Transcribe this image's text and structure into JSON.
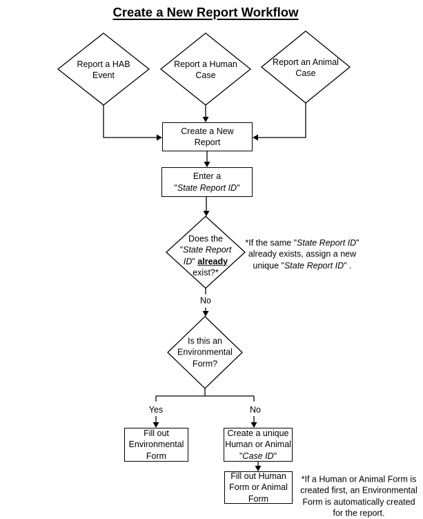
{
  "title": "Create a New Report Workflow",
  "colors": {
    "ink": "#000000",
    "background": "#ffffff"
  },
  "nodes": {
    "report_hab": {
      "text": "Report a HAB\nEvent"
    },
    "report_human": {
      "text": "Report a Human\nCase"
    },
    "report_animal": {
      "text": "Report an Animal\nCase"
    },
    "create_report": {
      "text": "Create a New\nReport"
    },
    "enter_id": {
      "runs": [
        {
          "t": "Enter a\n\""
        },
        {
          "t": "State Report ID",
          "i": true
        },
        {
          "t": "\""
        }
      ]
    },
    "id_exists": {
      "runs": [
        {
          "t": "Does the\n\""
        },
        {
          "t": "State Report\nID",
          "i": true
        },
        {
          "t": "\" "
        },
        {
          "t": "already",
          "b": true,
          "u": true
        },
        {
          "t": "\nexist?*"
        }
      ]
    },
    "env_form": {
      "text": "Is this an\nEnvironmental\nForm?"
    },
    "fill_env": {
      "text": "Fill out\nEnvironmental\nForm"
    },
    "create_case_id": {
      "runs": [
        {
          "t": "Create a unique\nHuman or Animal\n\""
        },
        {
          "t": "Case ID",
          "i": true
        },
        {
          "t": "\""
        }
      ]
    },
    "fill_human_animal": {
      "text": "Fill out Human\nForm or Animal\nForm"
    }
  },
  "labels": {
    "exists_no": "No",
    "env_yes": "Yes",
    "env_no": "No"
  },
  "notes": {
    "id_exists": {
      "runs": [
        {
          "t": "*If the same \""
        },
        {
          "t": "State Report ID",
          "i": true
        },
        {
          "t": "\"\nalready exists, assign a new\nunique \""
        },
        {
          "t": "State Report ID",
          "i": true
        },
        {
          "t": "\" ."
        }
      ]
    },
    "auto_env": {
      "text": "*If a Human or Animal Form is\ncreated first, an Environmental\nForm is automatically created\nfor the report."
    }
  }
}
